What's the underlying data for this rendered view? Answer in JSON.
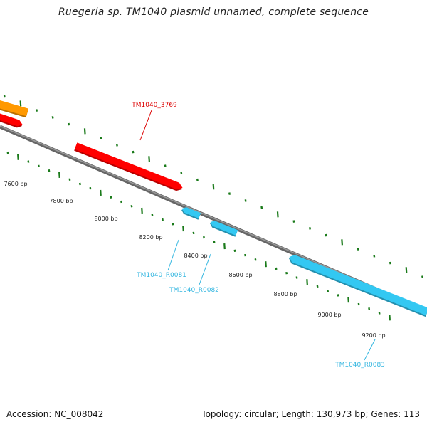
{
  "title": "Ruegeria sp. TM1040 plasmid unnamed, complete sequence",
  "footer": {
    "accession": "Accession: NC_008042",
    "topology": "Topology: circular; Length: 130,973 bp; Genes: 113"
  },
  "colors": {
    "backbone": "#777777",
    "tick": "#1a7a1a",
    "red_gene": "#ff0000",
    "cyan_gene": "#33c8f2",
    "orange_gene": "#ff9900",
    "red_label": "#dd0000",
    "cyan_label": "#33b6e0"
  },
  "ticks": [
    {
      "label": "7600 bp"
    },
    {
      "label": "7800 bp"
    },
    {
      "label": "8000 bp"
    },
    {
      "label": "8200 bp"
    },
    {
      "label": "8400 bp"
    },
    {
      "label": "8600 bp"
    },
    {
      "label": "8800 bp"
    },
    {
      "label": "9000 bp"
    },
    {
      "label": "9200 bp"
    }
  ],
  "genes": [
    {
      "name": "",
      "color": "orange_gene",
      "strand": "plus"
    },
    {
      "name": "",
      "color": "red_gene",
      "strand": "plus"
    },
    {
      "name": "TM1040_3769",
      "color": "red_gene",
      "strand": "plus"
    },
    {
      "name": "TM1040_R0081",
      "color": "cyan_gene",
      "strand": "minus"
    },
    {
      "name": "TM1040_R0082",
      "color": "cyan_gene",
      "strand": "minus"
    },
    {
      "name": "TM1040_R0083",
      "color": "cyan_gene",
      "strand": "minus"
    }
  ]
}
